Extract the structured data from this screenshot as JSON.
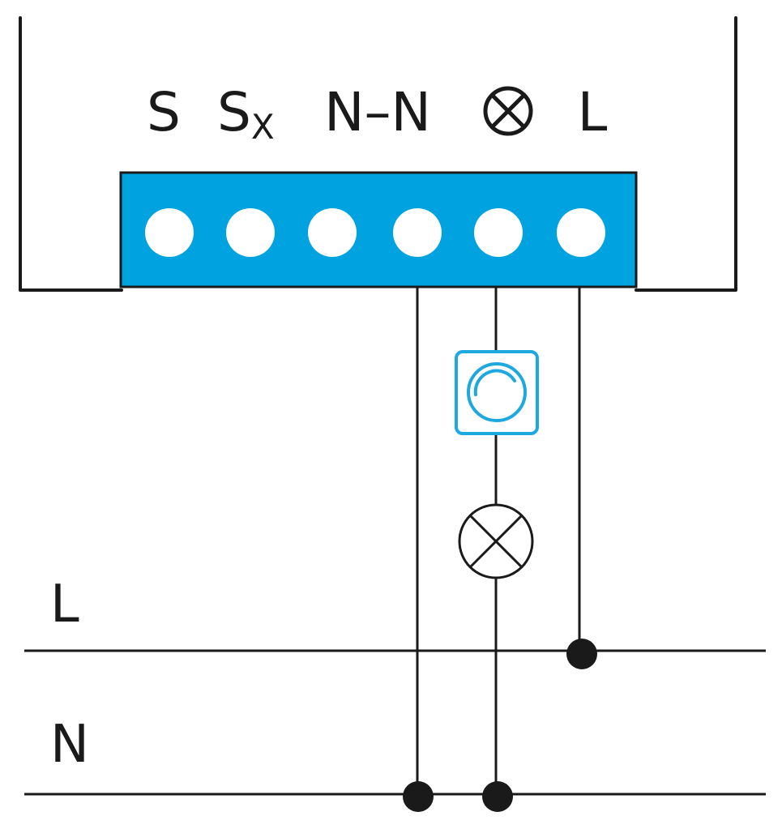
{
  "device": {
    "terminal_labels": {
      "s": "S",
      "sx_base": "S",
      "sx_sub": "X",
      "n_n": "N–N",
      "lamp_symbol": "⊗",
      "l": "L"
    },
    "terminal_count": 6,
    "terminal_block_color": "#00a3e0"
  },
  "bus_lines": {
    "l_label": "L",
    "n_label": "N"
  },
  "components": {
    "sensor_icon": "circular-sensor-icon",
    "sensor_color": "#1ea8e0",
    "lamp_icon": "lamp-cross-icon"
  },
  "colors": {
    "wire": "#1a1a1a",
    "background": "#ffffff"
  }
}
